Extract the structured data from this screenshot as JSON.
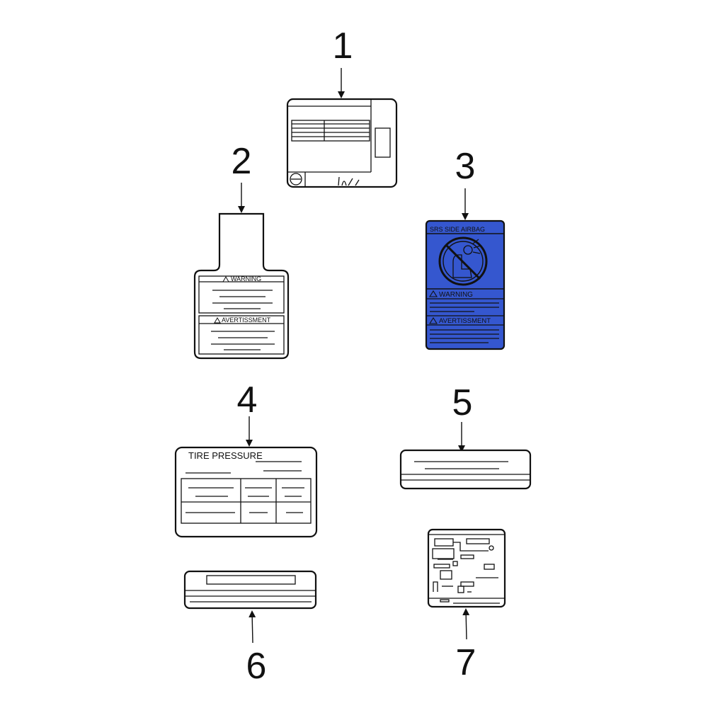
{
  "callouts": {
    "c1": "1",
    "c2": "2",
    "c3": "3",
    "c4": "4",
    "c5": "5",
    "c6": "6",
    "c7": "7"
  },
  "labels": {
    "airbag_title": "SRS SIDE AIRBAG",
    "airbag_warning": "WARNING",
    "airbag_avertissment": "AVERTISSMENT",
    "label2_warning": "WARNING",
    "label2_avertissment": "AVERTISSMENT",
    "tire_title": "TIRE PRESSURE"
  },
  "colors": {
    "airbag_fill": "#3557cf",
    "outline": "#111111"
  },
  "icons": {
    "arrows": "arrow-icon",
    "no_child_seat": "no-child-seat-icon",
    "warning_triangle": "warning-triangle-icon"
  }
}
